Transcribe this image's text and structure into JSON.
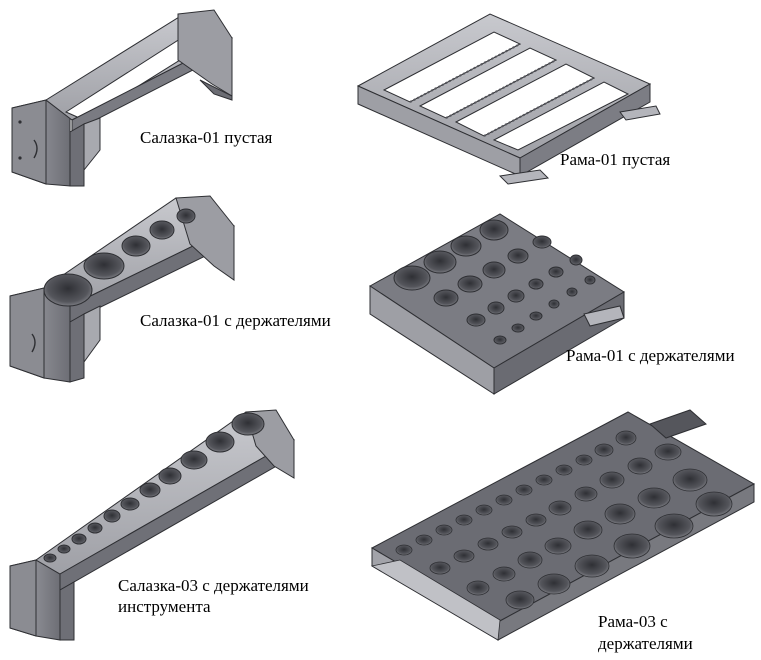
{
  "captions": {
    "salazka01_empty": "Салазка-01 пустая",
    "rama01_empty": "Рама-01 пустая",
    "salazka01_holders": "Салазка-01 с держателями",
    "rama01_holders": "Рама-01  с держателями",
    "salazka03_holders_line1": "Салазка-03 с держателями",
    "salazka03_holders_line2": "инструмента",
    "rama03_holders_line1": "Рама-03  с",
    "rama03_holders_line2": "держателями"
  },
  "colors": {
    "metal_light": "#bfbfc4",
    "metal_mid": "#8f9097",
    "metal_dark": "#5a5b62",
    "holder_dark": "#4b4c52",
    "edge": "#2e2f33"
  }
}
